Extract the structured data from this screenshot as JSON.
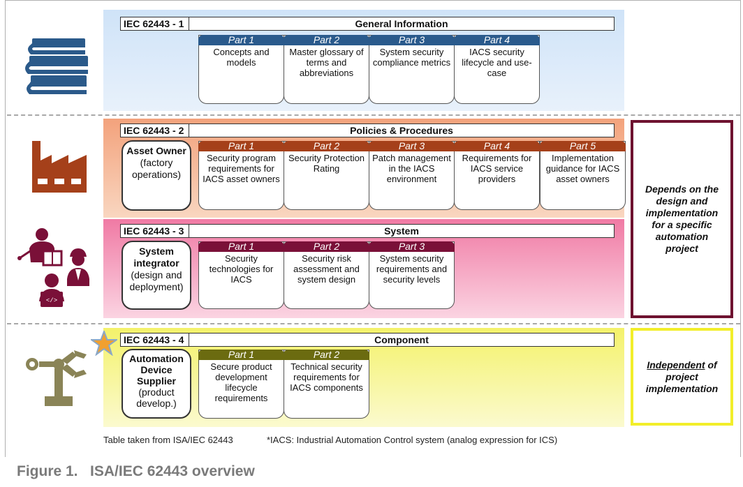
{
  "groups": [
    {
      "standard": "IEC 62443 - 1",
      "title": "General Information",
      "actor": null,
      "parts": [
        {
          "label": "Part 1",
          "text": "Concepts and models"
        },
        {
          "label": "Part 2",
          "text": "Master glossary of terms and abbreviations"
        },
        {
          "label": "Part 3",
          "text": "System security compliance metrics"
        },
        {
          "label": "Part 4",
          "text": "IACS security lifecycle and use-case"
        }
      ]
    },
    {
      "standard": "IEC 62443 - 2",
      "title": "Policies & Procedures",
      "actor": {
        "bold": "Asset Owner",
        "normal": "(factory operations)"
      },
      "parts": [
        {
          "label": "Part 1",
          "text": "Security program requirements for IACS asset owners"
        },
        {
          "label": "Part 2",
          "text": "Security Protection Rating"
        },
        {
          "label": "Part 3",
          "text": "Patch management in the IACS environment"
        },
        {
          "label": "Part 4",
          "text": "Requirements for IACS service providers"
        },
        {
          "label": "Part 5",
          "text": "Implementation guidance for IACS asset owners"
        }
      ]
    },
    {
      "standard": "IEC 62443 - 3",
      "title": "System",
      "actor": {
        "bold": "System integrator",
        "normal": "(design and deployment)"
      },
      "parts": [
        {
          "label": "Part 1",
          "text": "Security technologies for IACS"
        },
        {
          "label": "Part 2",
          "text": "Security risk assessment and system design"
        },
        {
          "label": "Part 3",
          "text": "System security requirements and security levels"
        }
      ]
    },
    {
      "standard": "IEC 62443 - 4",
      "title": "Component",
      "actor": {
        "bold": "Automation Device Supplier",
        "normal": "(product develop.)"
      },
      "parts": [
        {
          "label": "Part 1",
          "text": "Secure product development lifecycle requirements"
        },
        {
          "label": "Part 2",
          "text": "Technical security requirements for IACS components"
        }
      ]
    }
  ],
  "side_notes": {
    "depends": "Depends on the design and implementation for a specific automation project",
    "independent_word": "Independent",
    "independent_rest": " of project implementation"
  },
  "footnote": {
    "source": "Table taken from ISA/IEC 62443",
    "iacs": "*IACS: Industrial Automation Control system (analog expression for ICS)"
  },
  "caption": "Figure 1.   ISA/IEC 62443 overview",
  "colors": {
    "blue_header": "#2a5a8c",
    "orange_header": "#a5401a",
    "maroon_header": "#7a1038",
    "olive_header": "#6b6b10",
    "depends_border": "#6e1230",
    "independent_border": "#f2ee2a",
    "star": "#f0a030"
  },
  "icons": [
    "books-icon",
    "factory-icon",
    "people-icon",
    "robot-arm-icon",
    "star-icon"
  ]
}
